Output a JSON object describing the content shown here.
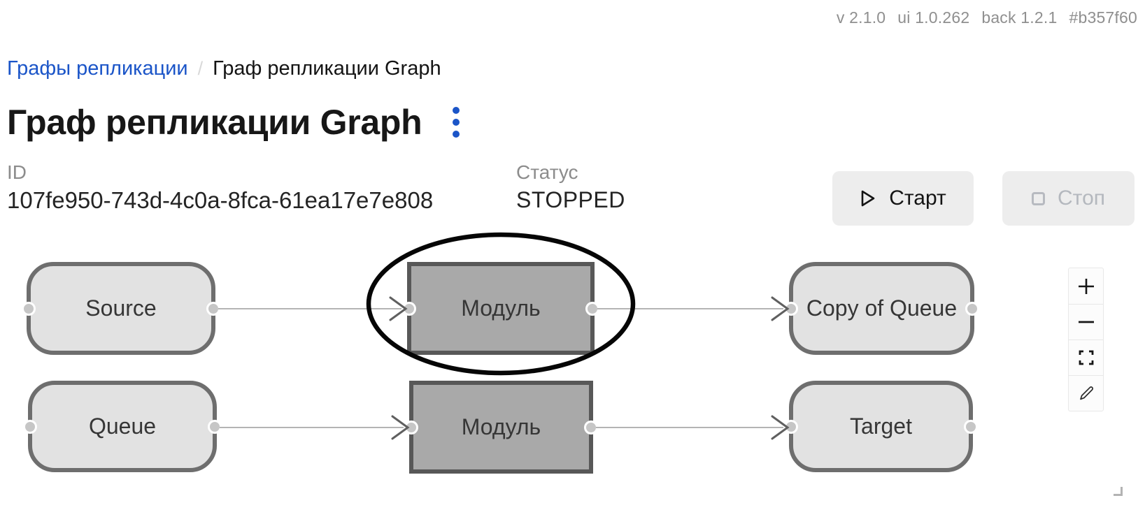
{
  "meta": {
    "segments": [
      "v 2.1.0",
      "ui 1.0.262",
      "back 1.2.1",
      "#b357f60"
    ]
  },
  "breadcrumb": {
    "root": "Графы репликации",
    "separator": "/",
    "current": "Граф репликации Graph"
  },
  "page": {
    "title": "Граф репликации Graph"
  },
  "info": {
    "id_label": "ID",
    "id_value": "107fe950-743d-4c0a-8fca-61ea17e7e808",
    "status_label": "Статус",
    "status_value": "STOPPED"
  },
  "actions": {
    "start": "Старт",
    "stop": "Стоп"
  },
  "canvas": {
    "nodes": [
      {
        "label": "Source",
        "kind": "endpoint"
      },
      {
        "label": "Модуль",
        "kind": "module",
        "annotated": true
      },
      {
        "label": "Copy of Queue",
        "kind": "endpoint"
      },
      {
        "label": "Queue",
        "kind": "endpoint"
      },
      {
        "label": "Модуль",
        "kind": "module"
      },
      {
        "label": "Target",
        "kind": "endpoint"
      }
    ],
    "controls": [
      "zoom-in",
      "zoom-out",
      "fit-view",
      "edit"
    ],
    "annotation": {
      "shape": "ellipse",
      "highlights_node_label": "Модуль"
    }
  },
  "colors": {
    "accent_blue": "#1b55c8",
    "muted_text": "#8f8f8f",
    "node_fill": "#e2e2e2",
    "node_border": "#6e6e6e",
    "module_fill": "#a9a9a9",
    "module_border": "#585858",
    "edge": "#b4b4b4",
    "button_bg": "#ededed",
    "disabled_text": "#b4b8be",
    "annotation": "#000000"
  }
}
